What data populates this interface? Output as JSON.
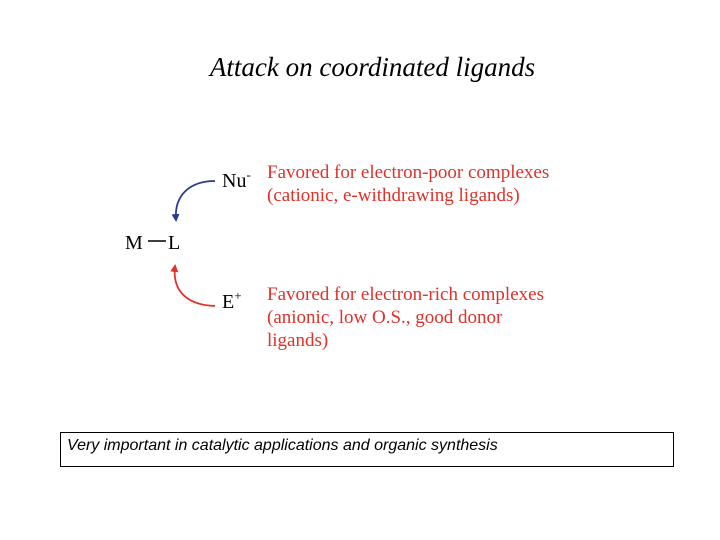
{
  "title": "Attack on coordinated ligands",
  "scheme": {
    "metal": "M",
    "ligand": "L",
    "nucleophile": {
      "symbol": "Nu",
      "charge": "-"
    },
    "electrophile": {
      "symbol": "E",
      "charge": "+"
    },
    "nucleophile_note": [
      "Favored for electron-poor complexes",
      "(cationic, e-withdrawing ligands)"
    ],
    "electrophile_note": [
      "Favored for electron-rich complexes",
      "(anionic, low O.S., good donor",
      "ligands)"
    ]
  },
  "callout": "Very important in catalytic applications and organic synthesis",
  "colors": {
    "text": "#000000",
    "nucleophile_arrow": "#2a3a8c",
    "electrophile_arrow": "#e0312a",
    "note_text": "#e0312a"
  }
}
